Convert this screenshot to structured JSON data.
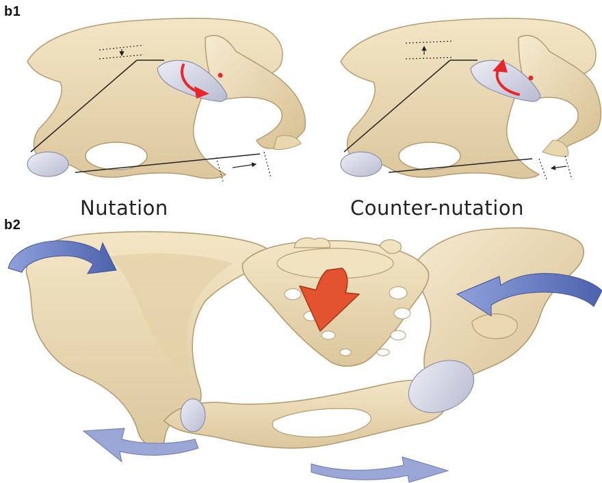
{
  "panels": {
    "b1": {
      "label": "b1",
      "left_caption": "Nutation",
      "right_caption": "Counter-nutation"
    },
    "b2": {
      "label": "b2"
    }
  },
  "colors": {
    "bone": "#ecdcb6",
    "bone_shadow": "#cdb688",
    "bone_outline": "#a8916a",
    "cartilage": "#d9dbe8",
    "rotation_arrow": "#e8272a",
    "movement_arrow_blue": "#5a6fb8",
    "movement_arrow_light": "#9aa6d6",
    "sacrum_arrow": "#e4532f",
    "guide_line": "#222222"
  },
  "icons": [
    "curved-rotation-arrow-icon",
    "pivot-point-icon",
    "movement-arrow-icon"
  ]
}
